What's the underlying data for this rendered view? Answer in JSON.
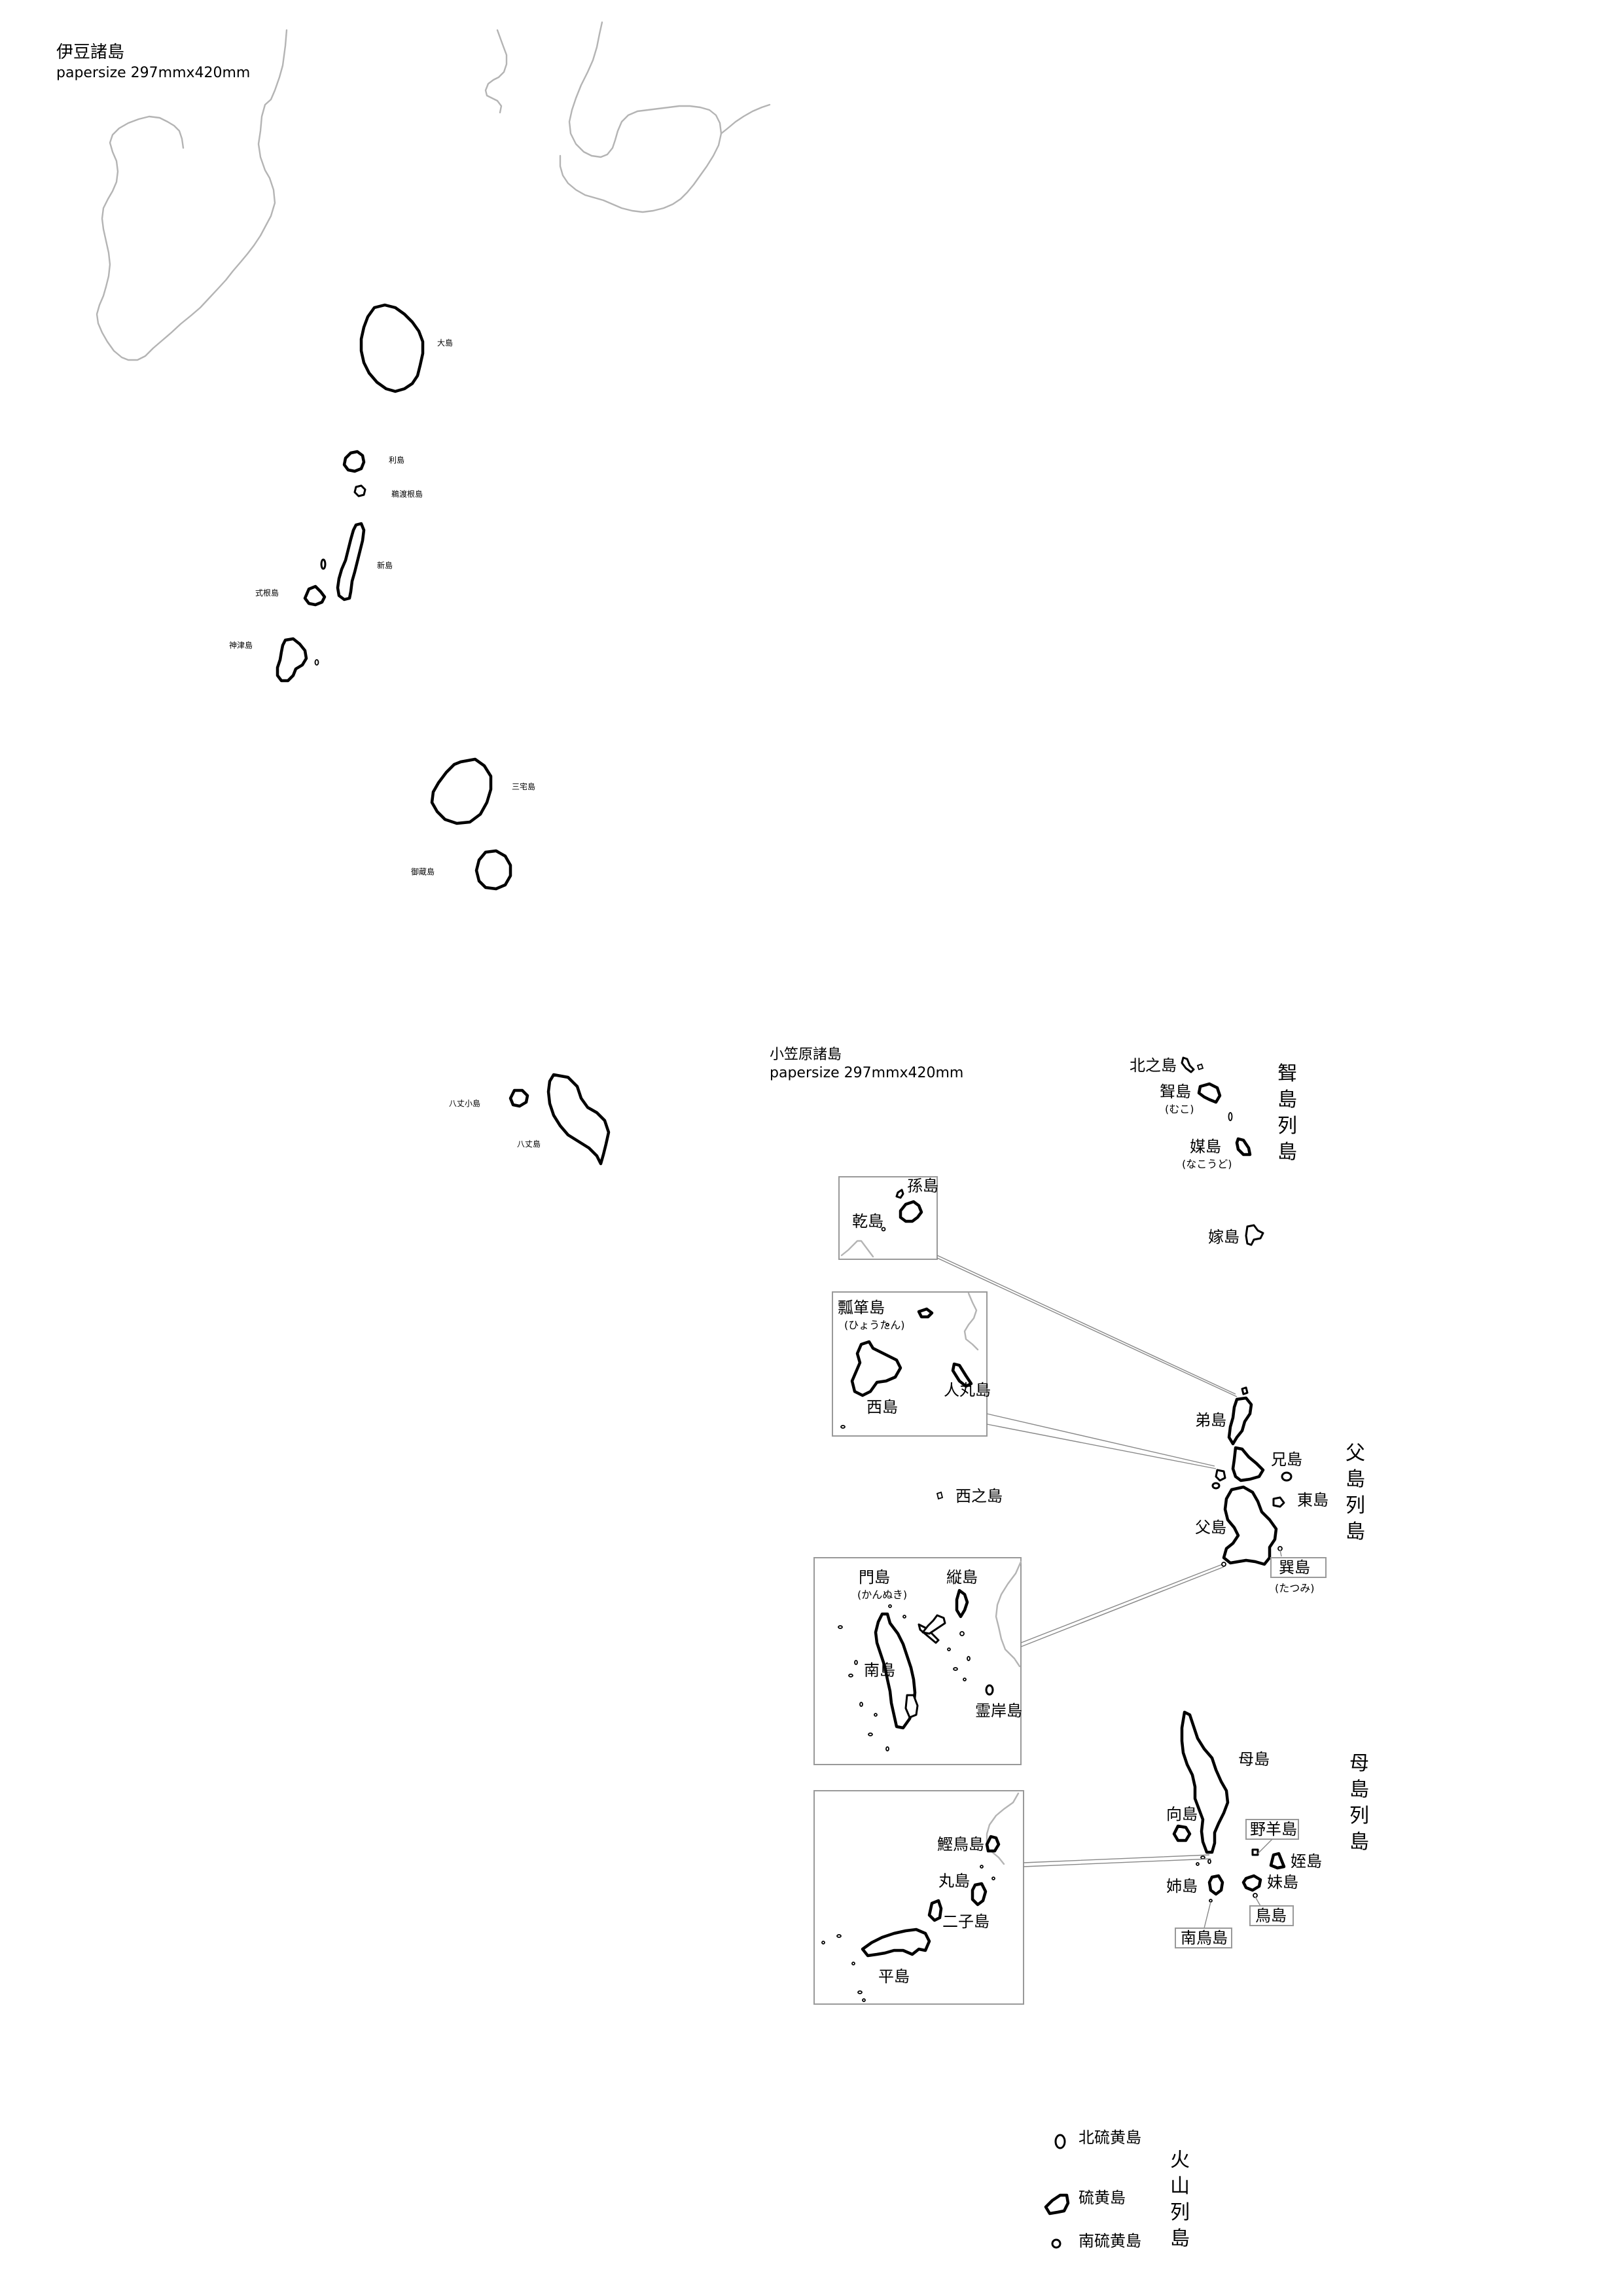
{
  "izu": {
    "title": "伊豆諸島",
    "papersize": "papersize 297mmx420mm",
    "islands": {
      "oshima": "大島",
      "toshima": "利島",
      "udonejima": "鵜渡根島",
      "niijima": "新島",
      "shikinejima": "式根島",
      "kozushima": "神津島",
      "miyakejima": "三宅島",
      "mikurajima": "御蔵島",
      "hachijokojima": "八丈小島",
      "hachijojima": "八丈島"
    }
  },
  "ogasawara": {
    "title": "小笠原諸島",
    "papersize": "papersize 297mmx420mm",
    "groups": {
      "mukojima": "聟島列島",
      "chichijima": "父島列島",
      "hahajima": "母島列島",
      "kazan": "火山列島"
    },
    "islands": {
      "kitanoshima": "北之島",
      "mukojima": "聟島",
      "mukojima_reading": "(むこ)",
      "nakodojima": "媒島",
      "nakodojima_reading": "(なこうど)",
      "yomejima": "嫁島",
      "magojima": "孫島",
      "inuijima": "乾島",
      "hyotanjima": "瓢箪島",
      "hyotanjima_reading": "(ひょうたん)",
      "nishijima": "西島",
      "hitomarujima": "人丸島",
      "ototojima": "弟島",
      "anijima": "兄島",
      "higashijima": "東島",
      "chichijima": "父島",
      "tatsumijima": "巽島",
      "tatsumijima_reading": "(たつみ)",
      "nishinoshima": "西之島",
      "kannukijima": "門島",
      "kannukijima_reading": "(かんぬき)",
      "tatejima": "縦島",
      "minamijima": "南島",
      "reiganjima": "霊岸島",
      "hahajima": "母島",
      "mukojima_haha": "向島",
      "nobushijima": "野羊島",
      "meijima": "姪島",
      "anejima": "姉島",
      "imotojima": "妹島",
      "torishima": "鳥島",
      "minamitorishima": "南鳥島",
      "katsuodorijima": "鰹鳥島",
      "marujima": "丸島",
      "futagojima": "二子島",
      "hirajima": "平島",
      "kitaiwoto": "北硫黄島",
      "iwoto": "硫黄島",
      "minamiiwoto": "南硫黄島"
    }
  }
}
